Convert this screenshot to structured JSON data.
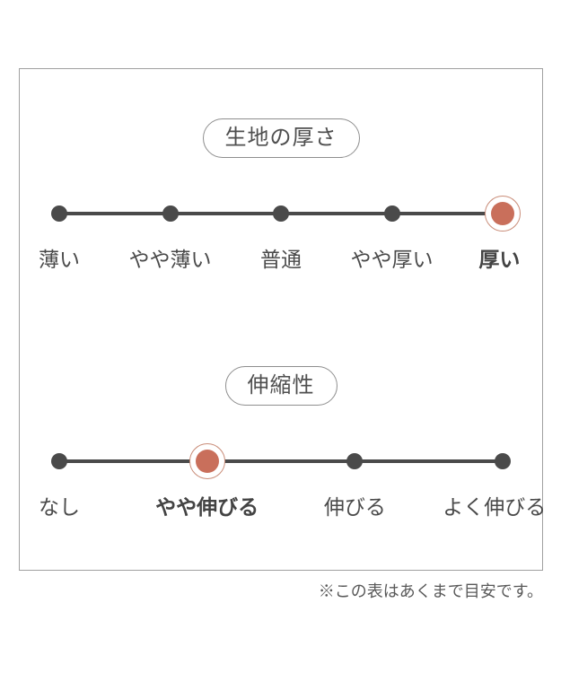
{
  "note": "※この表はあくまで目安です。",
  "colors": {
    "accent": "#c96f5b",
    "accent_ring": "#c98c78",
    "line": "#4a4a4a",
    "box_border": "#a0a0a0",
    "pill_border": "#8e8e8e",
    "note_text": "#595959"
  },
  "chart_data": [
    {
      "type": "scale",
      "title": "生地の厚さ",
      "categories": [
        "薄い",
        "やや薄い",
        "普通",
        "やや厚い",
        "厚い"
      ],
      "selected_index": 4,
      "selected_value": "厚い"
    },
    {
      "type": "scale",
      "title": "伸縮性",
      "categories": [
        "なし",
        "やや伸びる",
        "伸びる",
        "よく伸びる"
      ],
      "selected_index": 1,
      "selected_value": "やや伸びる"
    }
  ]
}
